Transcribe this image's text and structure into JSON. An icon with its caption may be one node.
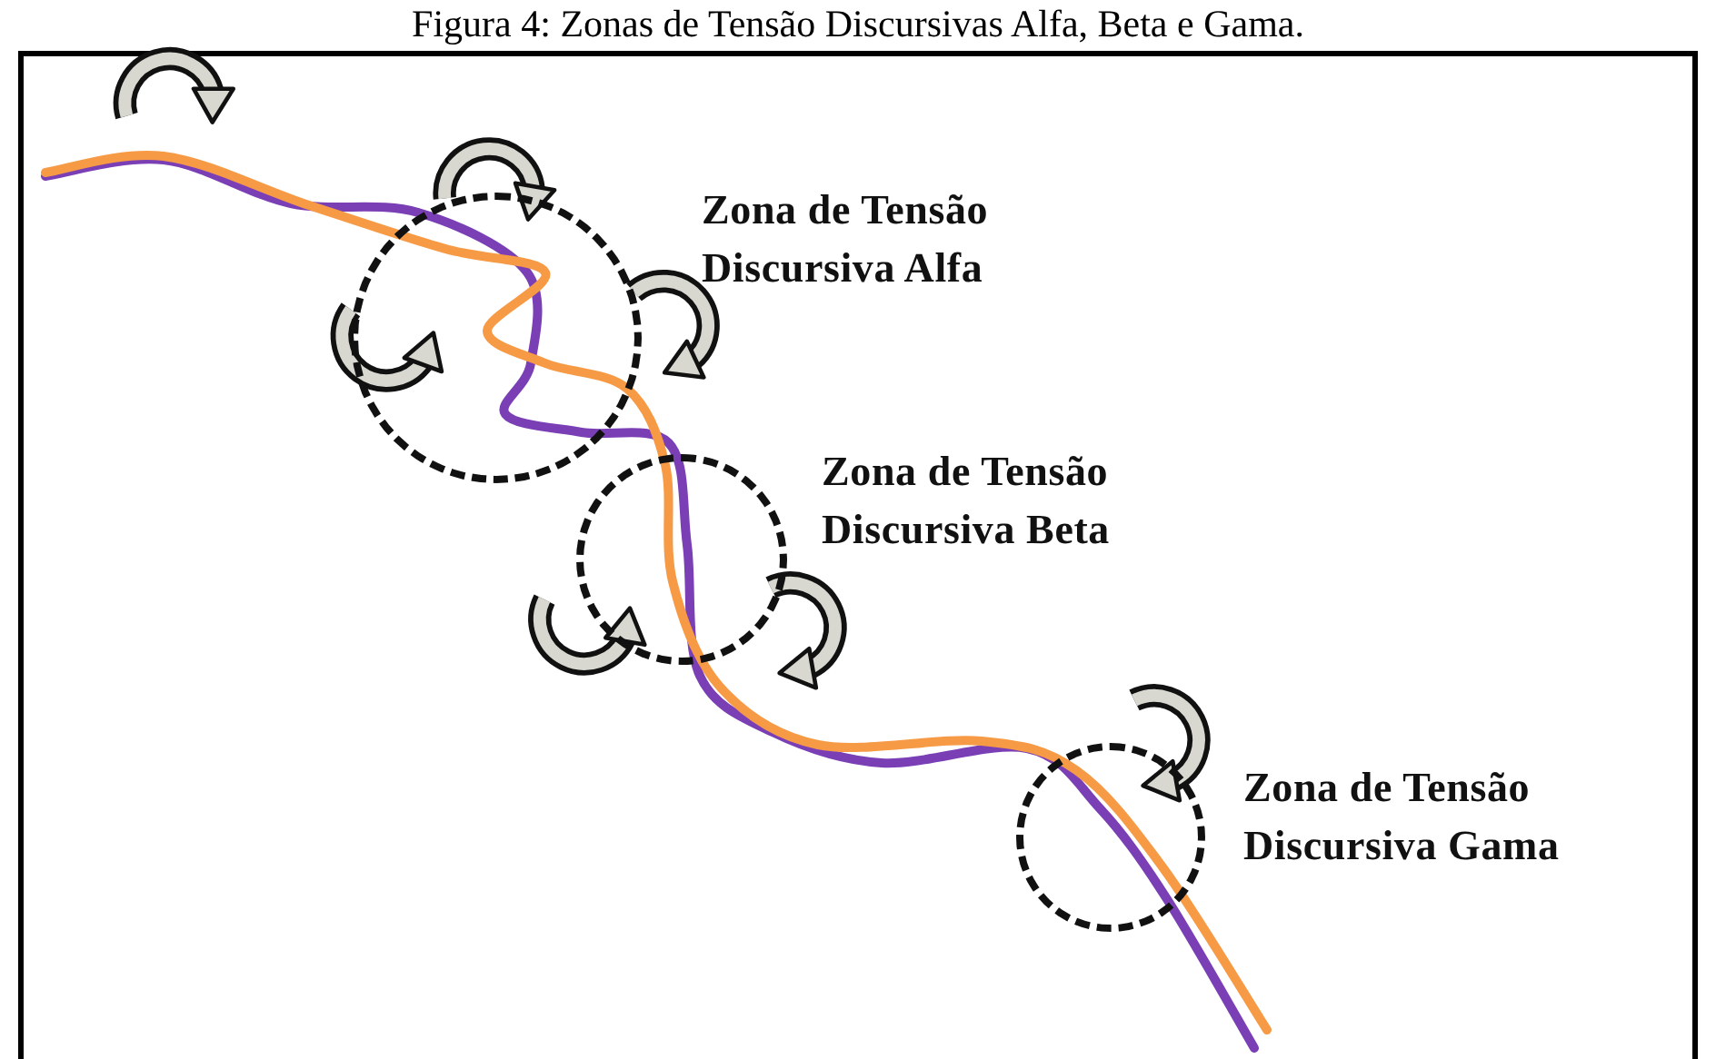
{
  "diagram": {
    "title": "Figura 4: Zonas de Tensão Discursivas Alfa, Beta e Gama.",
    "nodes": [
      {
        "text": [],
        "shape": "circle",
        "beside": [
          "Zona de Tensão Discursiva Alfa"
        ]
      },
      {
        "text": [],
        "shape": "circle",
        "beside": [
          "Zona de Tensão Discursiva Beta"
        ]
      },
      {
        "text": [],
        "shape": "circle",
        "beside": [
          "Zona de Tensão Discursiva Gama"
        ]
      }
    ]
  }
}
